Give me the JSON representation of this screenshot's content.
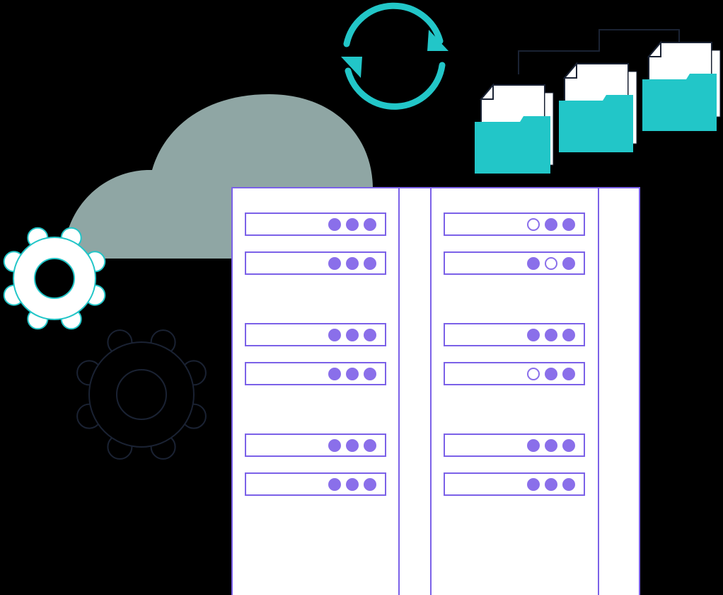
{
  "illustration": {
    "background_color": "#000000",
    "icons": {
      "cloud": "cloud-icon",
      "sync": "sync-arrows-icon",
      "gear_light": "gear-icon",
      "gear_dark": "gear-icon",
      "folders": "folder-icon",
      "server": "server-rack-icon"
    },
    "colors": {
      "cloud": "#8FA6A4",
      "accent_teal": "#22C6C8",
      "rack_outline": "#7B61E8",
      "led": "#8A6FEA",
      "rack_body": "#FFFFFF",
      "gear_dark_outline": "#1A2233"
    },
    "server_rack": {
      "columns": [
        {
          "slots": [
            {
              "leds": [
                1,
                1,
                1
              ]
            },
            {
              "leds": [
                1,
                1,
                1
              ]
            },
            {
              "leds": [
                1,
                1,
                1
              ]
            },
            {
              "leds": [
                1,
                1,
                1
              ]
            },
            {
              "leds": [
                1,
                1,
                1
              ]
            },
            {
              "leds": [
                1,
                1,
                1
              ]
            }
          ]
        },
        {
          "slots": [
            {
              "leds": [
                0,
                1,
                1
              ]
            },
            {
              "leds": [
                1,
                0,
                1
              ]
            },
            {
              "leds": [
                1,
                1,
                1
              ]
            },
            {
              "leds": [
                0,
                1,
                1
              ]
            },
            {
              "leds": [
                1,
                1,
                1
              ]
            },
            {
              "leds": [
                1,
                1,
                1
              ]
            }
          ]
        }
      ]
    },
    "folders_count": 3
  }
}
